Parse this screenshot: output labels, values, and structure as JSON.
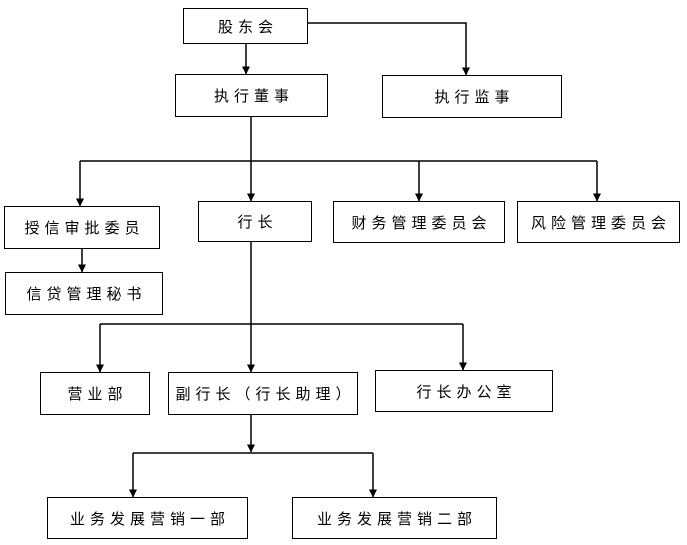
{
  "diagram": {
    "type": "org-chart",
    "background_color": "#ffffff",
    "line_color": "#000000",
    "box_border_color": "#000000",
    "text_color": "#000000",
    "nodes": [
      {
        "id": "shareholders-meeting",
        "label": "股东会"
      },
      {
        "id": "executive-director",
        "label": "执行董事"
      },
      {
        "id": "executive-supervisor",
        "label": "执行监事"
      },
      {
        "id": "credit-approval-committee",
        "label": "授信审批委员"
      },
      {
        "id": "president",
        "label": "行长"
      },
      {
        "id": "finance-management-committee",
        "label": "财务管理委员会"
      },
      {
        "id": "risk-management-committee",
        "label": "风险管理委员会"
      },
      {
        "id": "credit-management-secretary",
        "label": "信贷管理秘书"
      },
      {
        "id": "business-department",
        "label": "营业部"
      },
      {
        "id": "vice-president",
        "label": "副行长（行长助理）"
      },
      {
        "id": "president-office",
        "label": "行长办公室"
      },
      {
        "id": "marketing-department-1",
        "label": "业务发展营销一部"
      },
      {
        "id": "marketing-department-2",
        "label": "业务发展营销二部"
      }
    ],
    "edges": [
      {
        "from": "股东会",
        "to": "执行董事"
      },
      {
        "from": "股东会",
        "to": "执行监事"
      },
      {
        "from": "执行董事",
        "to": "授信审批委员"
      },
      {
        "from": "执行董事",
        "to": "行长"
      },
      {
        "from": "执行董事",
        "to": "财务管理委员会"
      },
      {
        "from": "执行董事",
        "to": "风险管理委员会"
      },
      {
        "from": "授信审批委员",
        "to": "信贷管理秘书"
      },
      {
        "from": "行长",
        "to": "营业部"
      },
      {
        "from": "行长",
        "to": "副行长（行长助理）"
      },
      {
        "from": "行长",
        "to": "行长办公室"
      },
      {
        "from": "副行长（行长助理）",
        "to": "业务发展营销一部"
      },
      {
        "from": "副行长（行长助理）",
        "to": "业务发展营销二部"
      }
    ]
  }
}
